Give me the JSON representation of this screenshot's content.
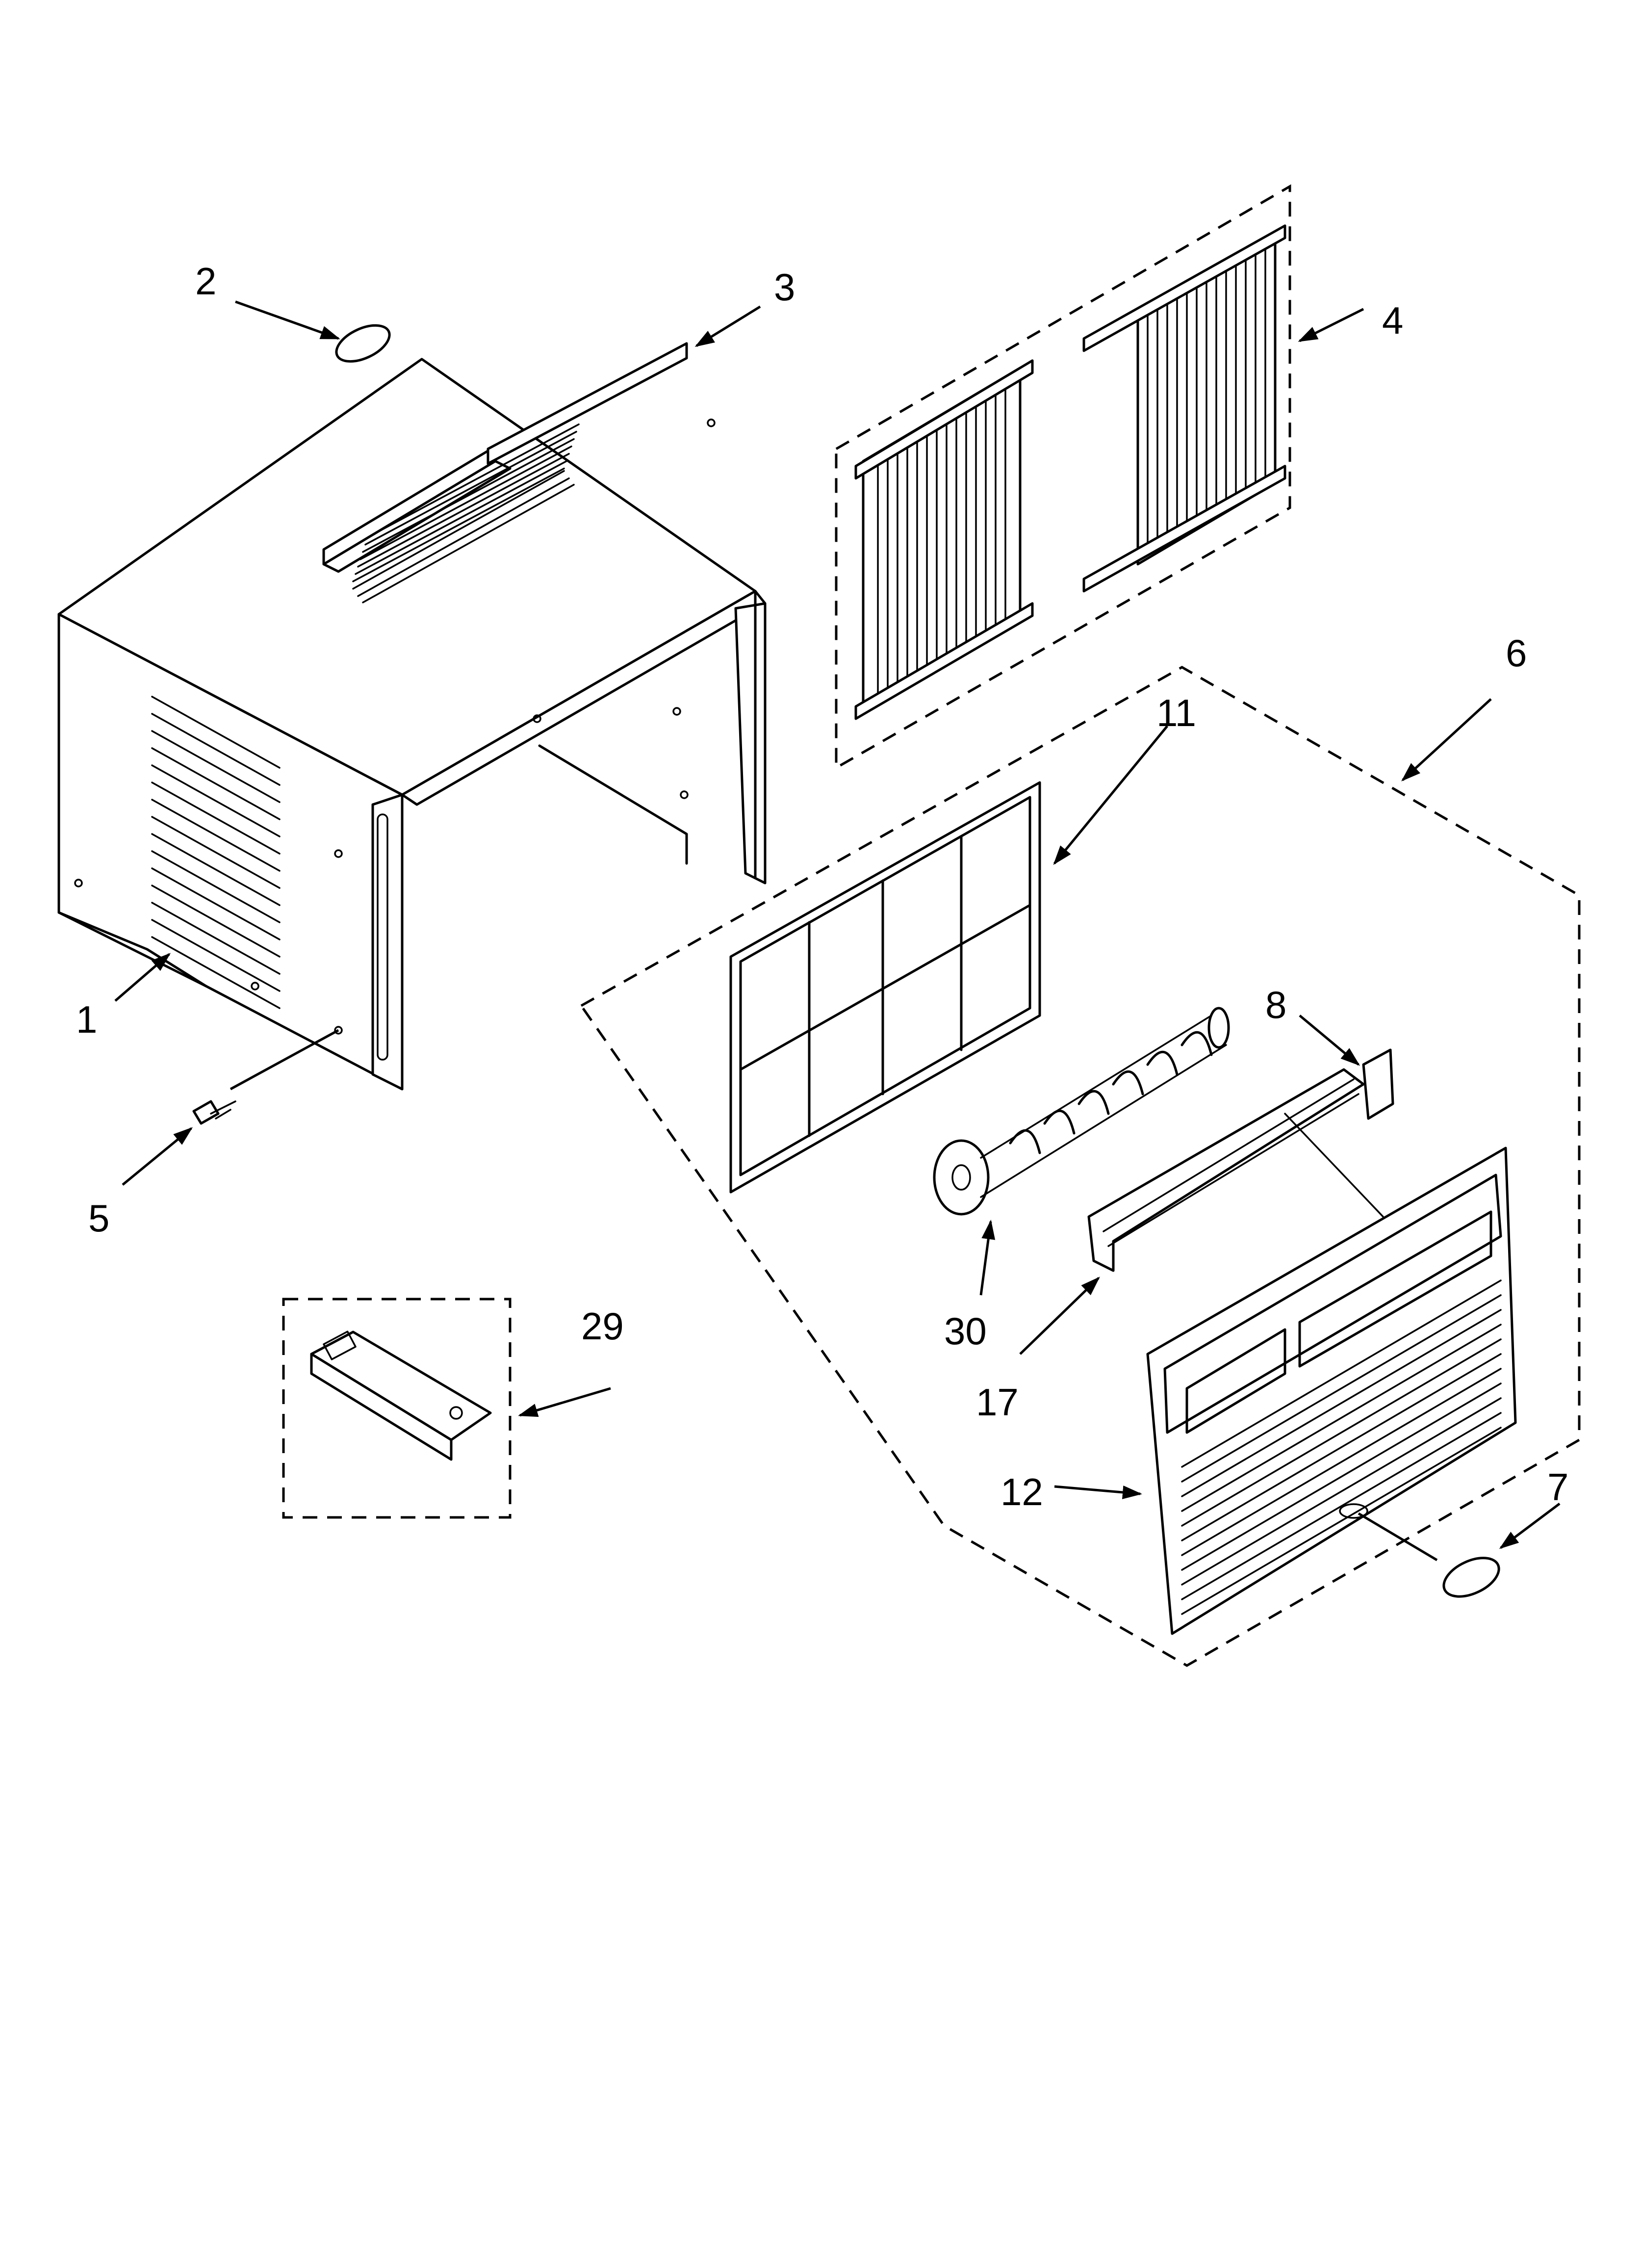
{
  "callouts": [
    {
      "id": "1",
      "label": "1"
    },
    {
      "id": "2",
      "label": "2"
    },
    {
      "id": "3",
      "label": "3"
    },
    {
      "id": "4",
      "label": "4"
    },
    {
      "id": "5",
      "label": "5"
    },
    {
      "id": "6",
      "label": "6"
    },
    {
      "id": "7",
      "label": "7"
    },
    {
      "id": "8",
      "label": "8"
    },
    {
      "id": "11",
      "label": "11"
    },
    {
      "id": "12",
      "label": "12"
    },
    {
      "id": "17",
      "label": "17"
    },
    {
      "id": "29",
      "label": "29"
    },
    {
      "id": "30",
      "label": "30"
    }
  ]
}
